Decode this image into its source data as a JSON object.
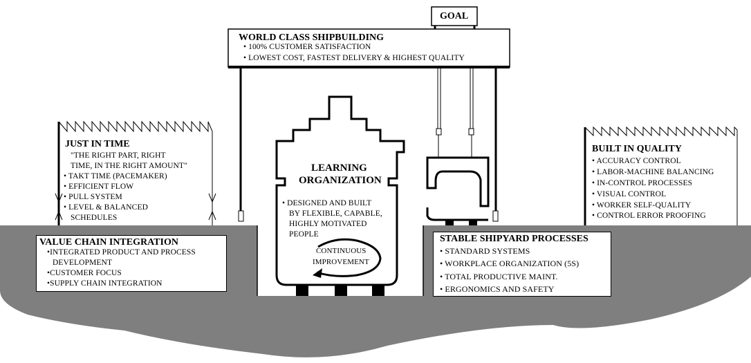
{
  "goal": "GOAL",
  "world_class": {
    "title": "WORLD CLASS SHIPBUILDING",
    "items": [
      "• 100% CUSTOMER SATISFACTION",
      "• LOWEST COST, FASTEST DELIVERY & HIGHEST QUALITY"
    ]
  },
  "just_in_time": {
    "title": "JUST IN TIME",
    "items": [
      "\"THE RIGHT PART, RIGHT",
      "TIME, IN THE RIGHT AMOUNT\"",
      "• TAKT TIME (PACEMAKER)",
      "• EFFICIENT FLOW",
      "• PULL SYSTEM",
      "• LEVEL & BALANCED",
      "SCHEDULES"
    ]
  },
  "built_in_quality": {
    "title": "BUILT IN QUALITY",
    "items": [
      "• ACCURACY CONTROL",
      "• LABOR-MACHINE BALANCING",
      "• IN-CONTROL PROCESSES",
      "• VISUAL CONTROL",
      "• WORKER SELF-QUALITY",
      "• CONTROL ERROR PROOFING"
    ]
  },
  "learning_org": {
    "title_line1": "LEARNING",
    "title_line2": "ORGANIZATION",
    "items": [
      "• DESIGNED AND BUILT",
      "BY FLEXIBLE, CAPABLE,",
      "HIGHLY MOTIVATED",
      "PEOPLE"
    ],
    "cycle_line1": "CONTINUOUS",
    "cycle_line2": "IMPROVEMENT"
  },
  "value_chain": {
    "title": "VALUE CHAIN INTEGRATION",
    "items": [
      "•INTEGRATED PRODUCT AND PROCESS",
      "DEVELOPMENT",
      "•CUSTOMER FOCUS",
      "•SUPPLY CHAIN INTEGRATION"
    ]
  },
  "stable_processes": {
    "title": "STABLE SHIPYARD PROCESSES",
    "items": [
      "• STANDARD SYSTEMS",
      "• WORKPLACE ORGANIZATION (5S)",
      "• TOTAL PRODUCTIVE MAINT.",
      "• ERGONOMICS AND SAFETY"
    ]
  },
  "colors": {
    "ground": "#7f7f7f",
    "line": "#000000",
    "background": "#ffffff"
  }
}
